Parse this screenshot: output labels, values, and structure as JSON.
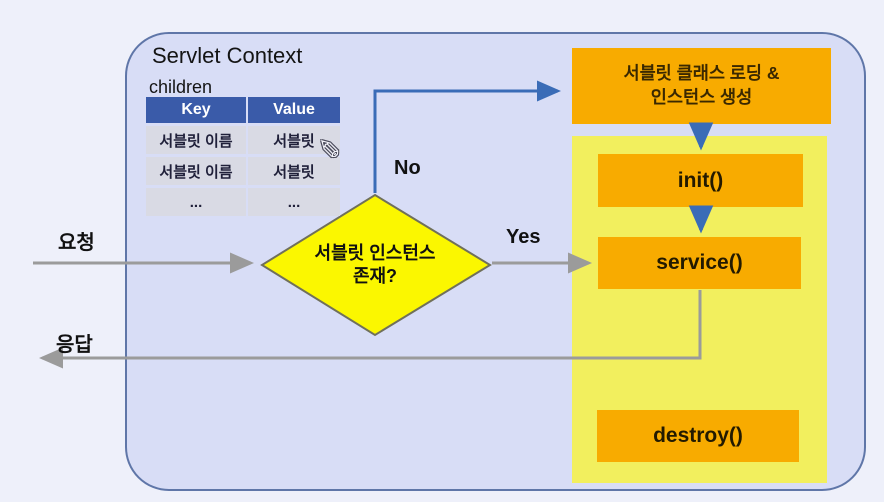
{
  "title": "Servlet Context",
  "children_label": "children",
  "table": {
    "headers": [
      "Key",
      "Value"
    ],
    "rows": [
      {
        "key": "서블릿 이름",
        "value": "서블릿"
      },
      {
        "key": "서블릿 이름",
        "value": "서블릿"
      },
      {
        "key": "...",
        "value": "..."
      }
    ]
  },
  "flow": {
    "request_label": "요청",
    "response_label": "응답",
    "no_label": "No",
    "yes_label": "Yes",
    "decision": {
      "line1": "서블릿 인스턴스",
      "line2": "존재?"
    },
    "loading_box": {
      "line1": "서블릿 클래스 로딩 &",
      "line2": "인스턴스 생성"
    },
    "methods": {
      "init": "init()",
      "service": "service()",
      "destroy": "destroy()"
    }
  },
  "icons": {
    "pencil_cursor": "✎"
  },
  "colors": {
    "canvas_bg": "#eef0fa",
    "panel_bg": "#d8ddf6",
    "panel_border": "#5f76a8",
    "table_header_bg": "#3a5ba9",
    "table_row_bg": "#d9dae4",
    "diamond_fill": "#fbf700",
    "diamond_border": "#70705a",
    "process_box_fill": "#f8ab00",
    "lifecycle_bg": "#f2ef5e",
    "arrow_blue": "#3a6cb7",
    "arrow_gray": "#9b9b9b"
  }
}
